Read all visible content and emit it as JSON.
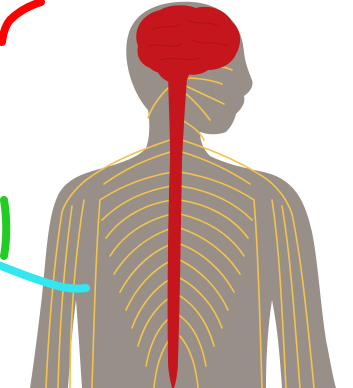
{
  "figure": {
    "subject": "nervous-system",
    "colors": {
      "background": "#ffffff",
      "body": "#988f88",
      "brain": "#c4161c",
      "spinal_cord": "#c4161c",
      "nerves": "#f3c44b",
      "pointer_red": "#ff0000",
      "pointer_green": "#22cc22",
      "pointer_cyan": "#33e6f0"
    },
    "pointers": [
      {
        "name": "red",
        "color_key": "pointer_red",
        "target": "brain"
      },
      {
        "name": "green",
        "color_key": "pointer_green",
        "target": "nerves"
      },
      {
        "name": "cyan",
        "color_key": "pointer_cyan",
        "target": "nerves"
      }
    ]
  }
}
